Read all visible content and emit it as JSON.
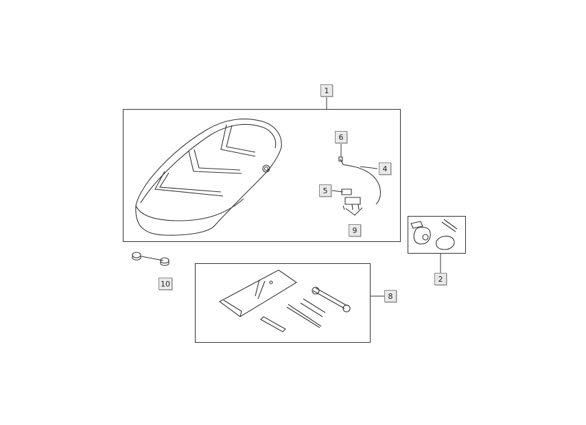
{
  "callouts": {
    "c1": "1",
    "c2": "2",
    "c4": "4",
    "c5": "5",
    "c6": "6",
    "c8": "8",
    "c9": "9",
    "c10": "10"
  },
  "colors": {
    "line": "#333333",
    "callout_fill": "#e9e9e9"
  }
}
